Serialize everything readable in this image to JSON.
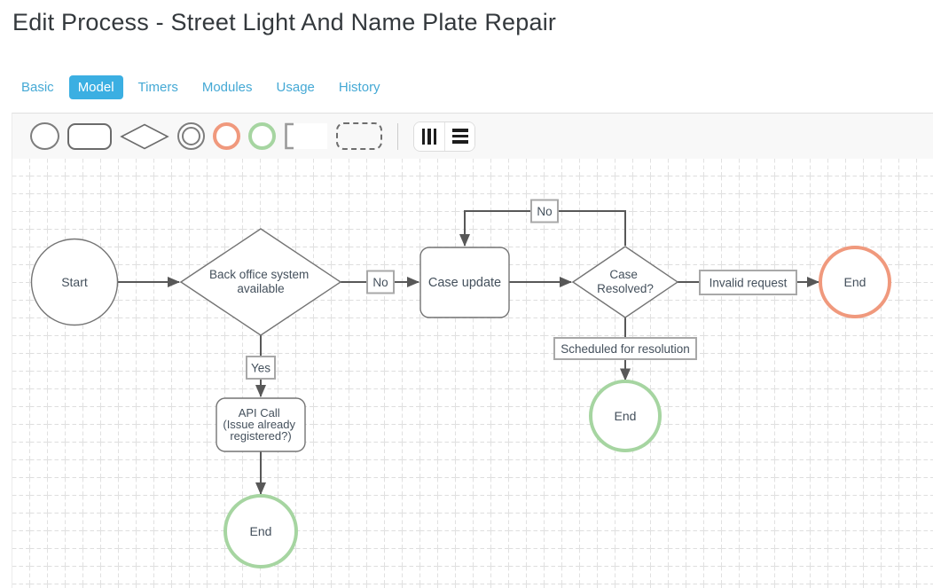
{
  "header": {
    "title": "Edit Process - Street Light And Name Plate Repair"
  },
  "tabs": {
    "items": [
      {
        "label": "Basic",
        "active": false
      },
      {
        "label": "Model",
        "active": true
      },
      {
        "label": "Timers",
        "active": false
      },
      {
        "label": "Modules",
        "active": false
      },
      {
        "label": "Usage",
        "active": false
      },
      {
        "label": "History",
        "active": false
      }
    ]
  },
  "palette": {
    "shapes": [
      {
        "name": "start-event-shape",
        "kind": "circle"
      },
      {
        "name": "task-shape",
        "kind": "rounded-rectangle"
      },
      {
        "name": "gateway-shape",
        "kind": "diamond"
      },
      {
        "name": "intermediate-event-shape",
        "kind": "double-circle"
      },
      {
        "name": "error-end-event-shape",
        "kind": "orange-circle"
      },
      {
        "name": "success-end-event-shape",
        "kind": "green-circle"
      },
      {
        "name": "lane-shape",
        "kind": "bracket"
      },
      {
        "name": "group-shape",
        "kind": "dashed-rectangle"
      }
    ],
    "buttons": [
      {
        "name": "vertical-layout-button",
        "icon": "columns-icon"
      },
      {
        "name": "horizontal-layout-button",
        "icon": "menu-icon"
      }
    ]
  },
  "colors": {
    "accent": "#3bafe2",
    "tab_text": "#45a9d5",
    "error_end_border": "#f0997d",
    "success_end_border": "#a6d5a1",
    "edge_line": "#585858",
    "node_border": "#747474",
    "grid_line": "#d4d4d4",
    "toolbar_bg": "#f8f8f8"
  },
  "diagram": {
    "nodes": [
      {
        "id": "start",
        "type": "start-event",
        "label": "Start"
      },
      {
        "id": "back-office-gateway",
        "type": "decision",
        "lines": [
          "Back office system",
          "available"
        ]
      },
      {
        "id": "case-update",
        "type": "task",
        "label": "Case update"
      },
      {
        "id": "case-resolved-gateway",
        "type": "decision",
        "lines": [
          "Case",
          "Resolved?"
        ]
      },
      {
        "id": "end-invalid",
        "type": "error-end-event",
        "label": "End"
      },
      {
        "id": "end-resolved",
        "type": "success-end-event",
        "label": "End"
      },
      {
        "id": "api-call",
        "type": "task",
        "lines": [
          "API Call",
          "(Issue already",
          "registered?)"
        ]
      },
      {
        "id": "end-registered",
        "type": "success-end-event",
        "label": "End"
      }
    ],
    "edges": [
      {
        "from": "start",
        "to": "back-office-gateway",
        "label": ""
      },
      {
        "from": "back-office-gateway",
        "to": "case-update",
        "label": "No"
      },
      {
        "from": "case-update",
        "to": "case-resolved-gateway",
        "label": ""
      },
      {
        "from": "case-resolved-gateway",
        "to": "case-update",
        "label": "No"
      },
      {
        "from": "case-resolved-gateway",
        "to": "end-invalid",
        "label": "Invalid request"
      },
      {
        "from": "case-resolved-gateway",
        "to": "end-resolved",
        "label": "Scheduled for resolution"
      },
      {
        "from": "back-office-gateway",
        "to": "api-call",
        "label": "Yes"
      },
      {
        "from": "api-call",
        "to": "end-registered",
        "label": ""
      }
    ]
  }
}
